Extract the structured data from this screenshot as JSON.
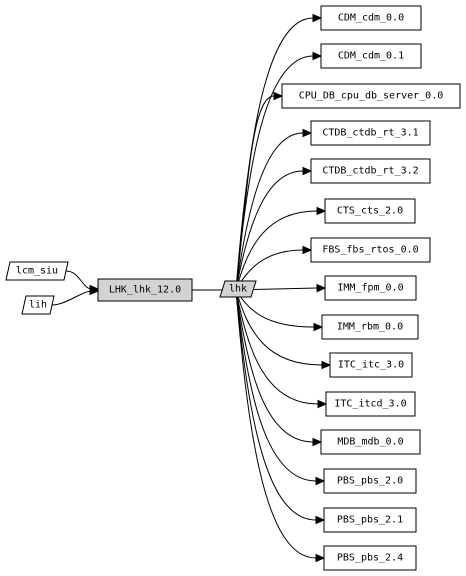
{
  "diagram": {
    "inputs": [
      {
        "id": "lcm_siu",
        "label": "lcm_siu"
      },
      {
        "id": "lih",
        "label": "lih"
      }
    ],
    "main_node": {
      "label": "LHK_lhk_12.0"
    },
    "hub_node": {
      "label": "lhk"
    },
    "targets": [
      {
        "label": "CDM_cdm_0.0"
      },
      {
        "label": "CDM_cdm_0.1"
      },
      {
        "label": "CPU_DB_cpu_db_server_0.0"
      },
      {
        "label": "CTDB_ctdb_rt_3.1"
      },
      {
        "label": "CTDB_ctdb_rt_3.2"
      },
      {
        "label": "CTS_cts_2.0"
      },
      {
        "label": "FBS_fbs_rtos_0.0"
      },
      {
        "label": "IMM_fpm_0.0"
      },
      {
        "label": "IMM_rbm_0.0"
      },
      {
        "label": "ITC_itc_3.0"
      },
      {
        "label": "ITC_itcd_3.0"
      },
      {
        "label": "MDB_mdb_0.0"
      },
      {
        "label": "PBS_pbs_2.0"
      },
      {
        "label": "PBS_pbs_2.1"
      },
      {
        "label": "PBS_pbs_2.4"
      }
    ],
    "colors": {
      "main_fill": "#d3d3d3",
      "hub_fill": "#d3d3d3",
      "line": "#000000"
    }
  }
}
